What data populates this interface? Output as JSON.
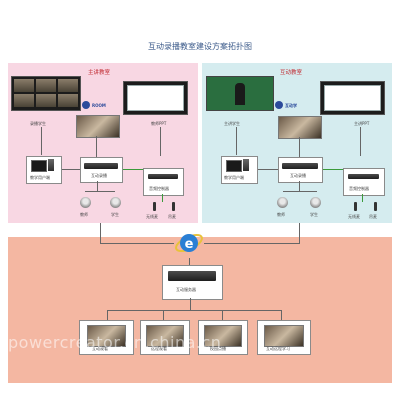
{
  "title": "互动录播教室建设方案拓扑图",
  "left": {
    "room_label": "主讲教室",
    "logo_text": "ROOM",
    "output_left": "录播学生",
    "output_right": "教师PPT",
    "teacher_pc": "教学用户端",
    "recorder": "互动录播",
    "audio": "音频控制器",
    "cam1": "教师",
    "cam2": "学生",
    "mic1": "无线麦",
    "mic2": "吊麦"
  },
  "right": {
    "room_label": "互动教室",
    "logo_text": "互动学",
    "output_left": "主讲学生",
    "output_right": "主讲PPT",
    "teacher_pc": "教学用户端",
    "recorder": "互动录播",
    "audio": "音频控制器",
    "cam1": "教师",
    "cam2": "学生",
    "mic1": "无线麦",
    "mic2": "吊麦"
  },
  "bottom": {
    "server": "互动服务器",
    "clients": [
      "互动观看",
      "远程观看",
      "校园点播",
      "互动远程学习"
    ]
  },
  "watermark": "powercreator.cn.china.cn"
}
